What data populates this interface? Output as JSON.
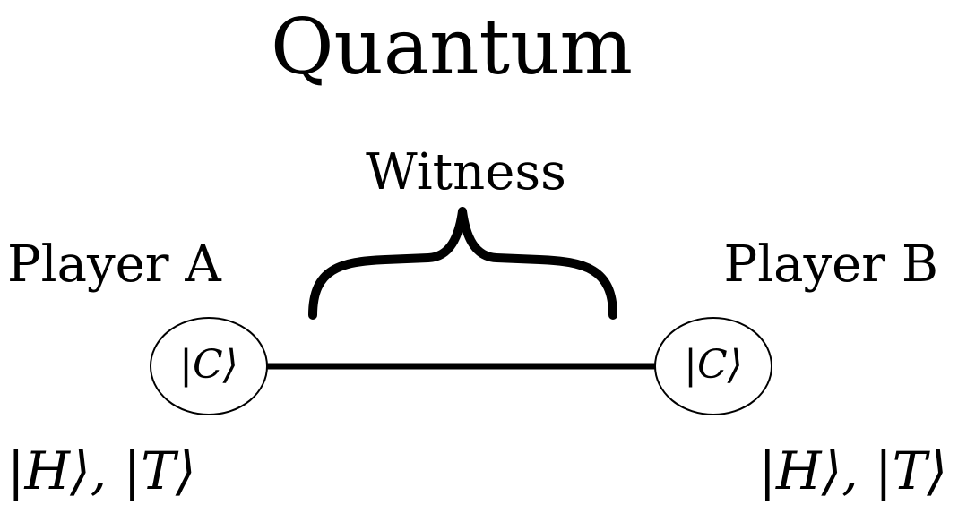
{
  "title": "Quantum",
  "witness_label": "Witness",
  "player_a": {
    "label": "Player A",
    "node_state": "|C⟩",
    "states": "|H⟩, |T⟩"
  },
  "player_b": {
    "label": "Player B",
    "node_state": "|C⟩",
    "states": "|H⟩, |T⟩"
  }
}
